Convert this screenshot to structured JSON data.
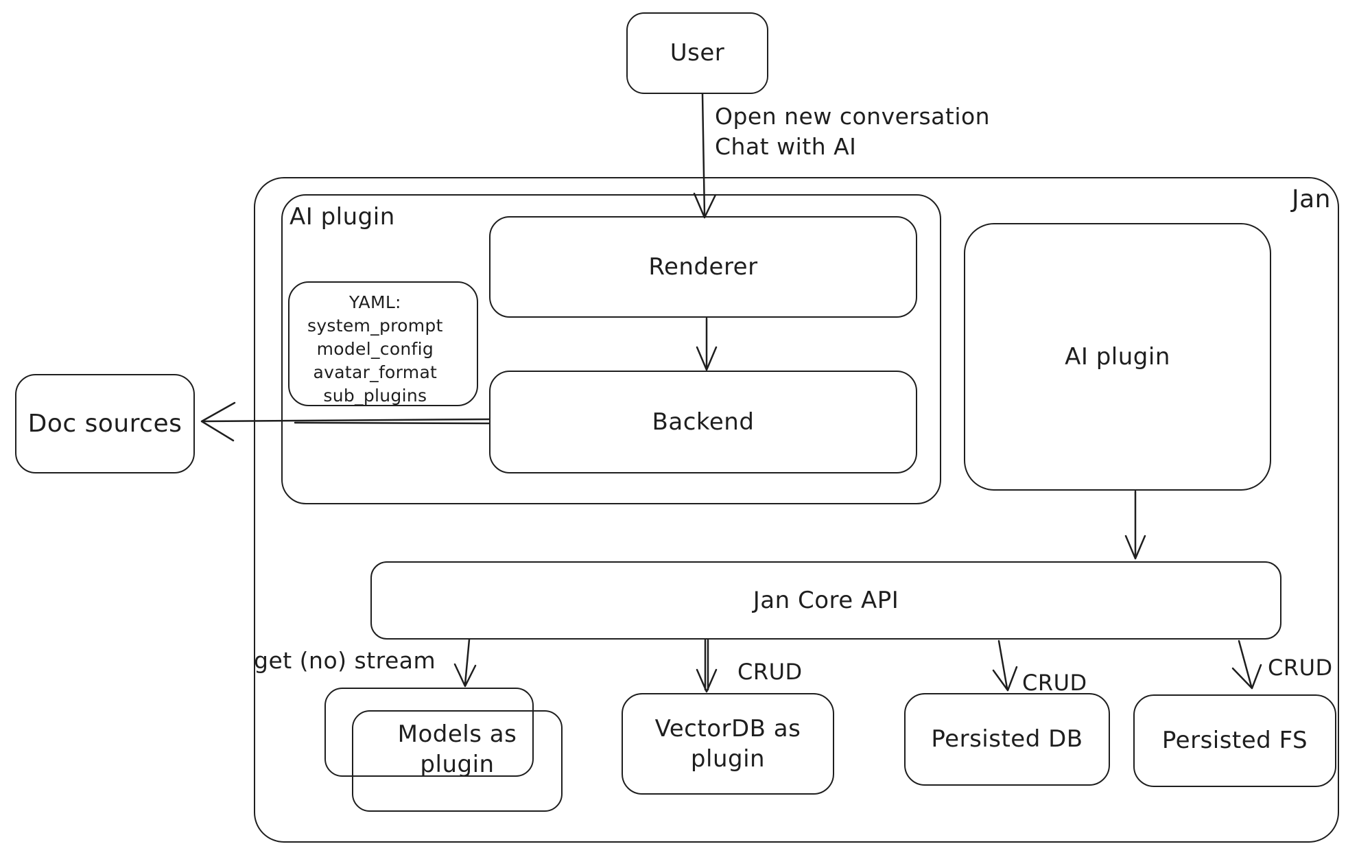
{
  "diagram": {
    "colors": {
      "stroke": "#1e1e1e",
      "background": "#ffffff"
    },
    "container_label": "Jan",
    "nodes": {
      "user": {
        "label": "User"
      },
      "ai_plugin_left": {
        "label": "AI plugin"
      },
      "yaml_note": {
        "lines": [
          "YAML:",
          "system_prompt",
          "model_config",
          "avatar_format",
          "sub_plugins"
        ]
      },
      "renderer": {
        "label": "Renderer"
      },
      "backend": {
        "label": "Backend"
      },
      "doc_sources": {
        "label": "Doc sources"
      },
      "ai_plugin_right": {
        "label": "AI plugin"
      },
      "jan_core_api": {
        "label": "Jan Core API"
      },
      "models": {
        "label_line1": "Models as",
        "label_line2": "plugin"
      },
      "vectordb": {
        "label_line1": "VectorDB as",
        "label_line2": "plugin"
      },
      "persisted_db": {
        "label": "Persisted DB"
      },
      "persisted_fs": {
        "label": "Persisted FS"
      }
    },
    "edges": {
      "user_to_renderer": {
        "label_line1": "Open new conversation",
        "label_line2": "Chat with AI"
      },
      "api_to_models": {
        "label": "get (no) stream"
      },
      "api_to_vectordb": {
        "label": "CRUD"
      },
      "api_to_persisted_db": {
        "label": "CRUD"
      },
      "api_to_persisted_fs": {
        "label": "CRUD"
      }
    }
  }
}
